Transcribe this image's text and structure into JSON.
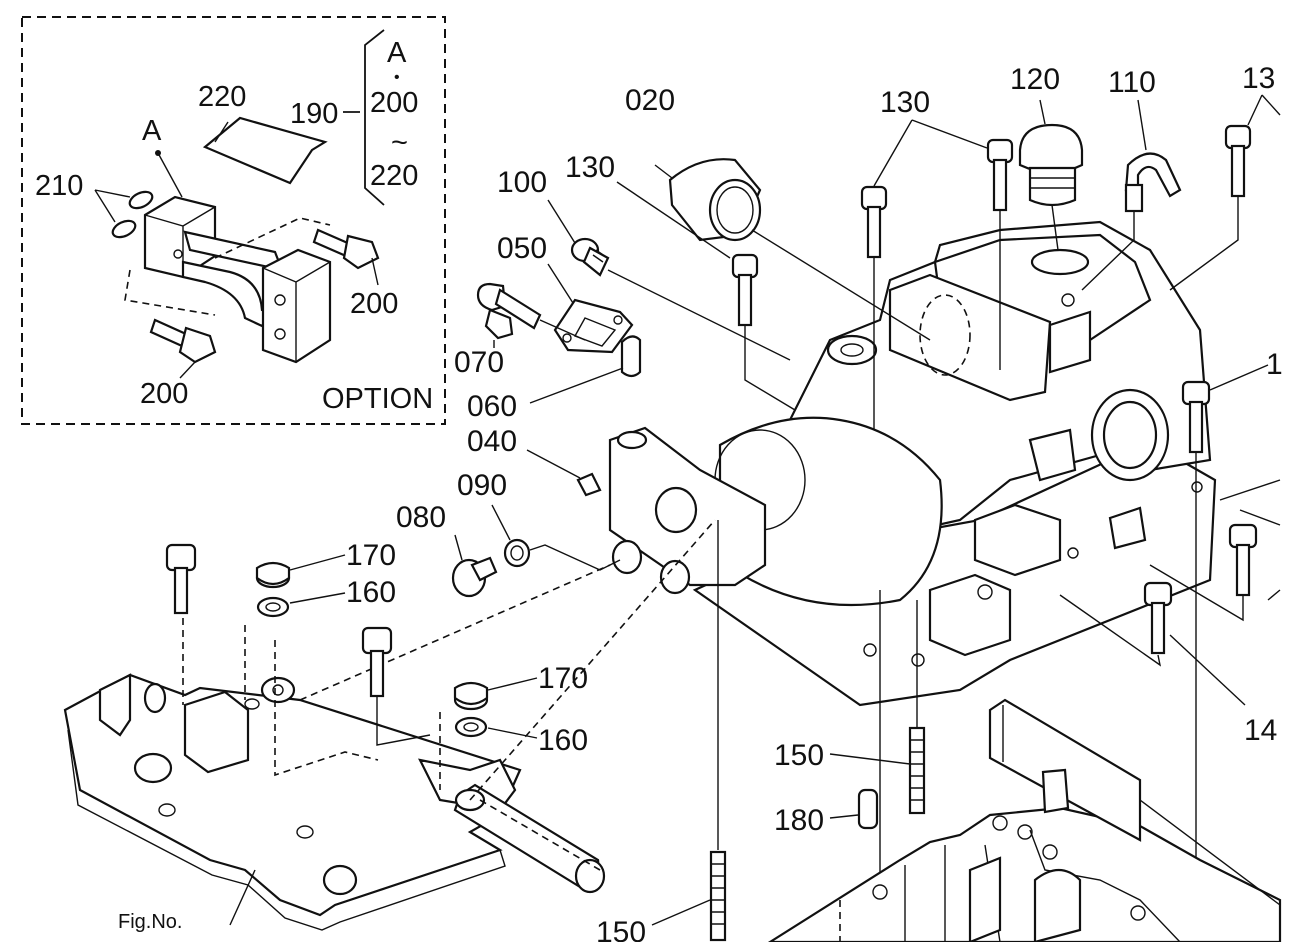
{
  "labels": {
    "p220": "220",
    "p190": "190",
    "p210": "210",
    "pA": "A",
    "pA_brace": "A",
    "brace_dot": "•",
    "brace_200": "200",
    "brace_tilde": "~",
    "brace_220": "220",
    "p200_upper": "200",
    "p200_lower": "200",
    "option": "OPTION",
    "p020": "020",
    "p130_left": "130",
    "p130_center": "130",
    "p120": "120",
    "p110": "110",
    "p130_right_clip": "13",
    "p100": "100",
    "p050": "050",
    "p070": "070",
    "p060": "060",
    "p040": "040",
    "p090": "090",
    "p080": "080",
    "p170_upper": "170",
    "p160_upper": "160",
    "p170_lower": "170",
    "p160_lower": "160",
    "p150_mid": "150",
    "p180": "180",
    "p150_bottom": "150",
    "p1_right_clip": "1",
    "p14_clip": "14",
    "fig_no": "Fig.No."
  }
}
